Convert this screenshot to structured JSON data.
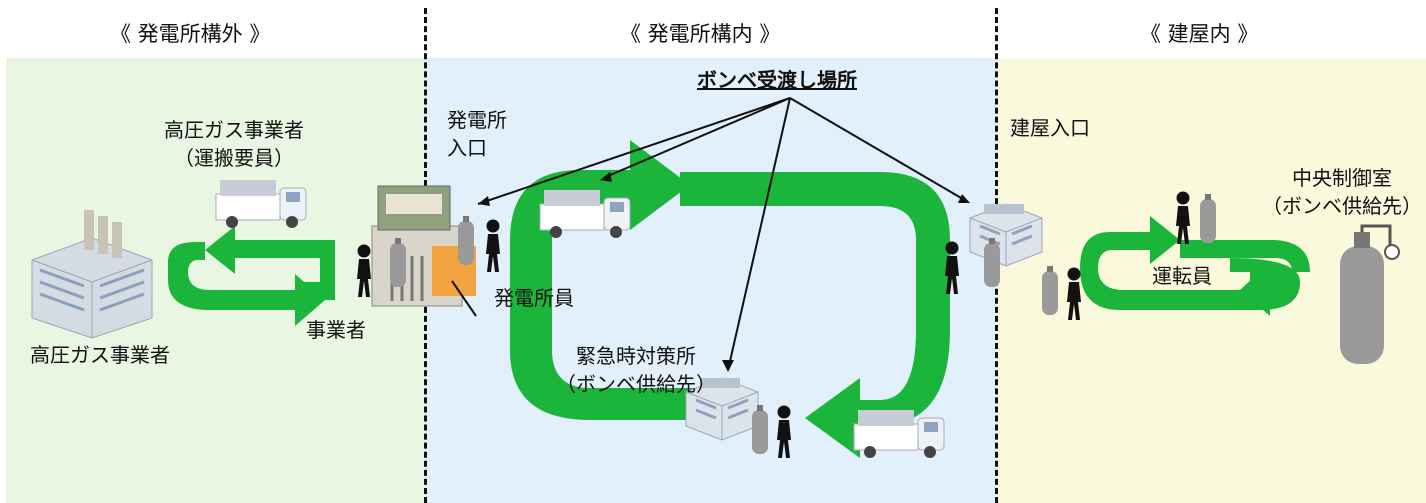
{
  "zones": {
    "outside": {
      "title": "《 発電所構外 》"
    },
    "plant": {
      "title": "《 発電所構内 》"
    },
    "building": {
      "title": "《 建屋内 》"
    }
  },
  "labels": {
    "gas_company_top_1": "高圧ガス事業者",
    "gas_company_top_2": "（運搬要員）",
    "gas_company_bottom": "高圧ガス事業者",
    "business_operator": "事業者",
    "plant_entrance_1": "発電所",
    "plant_entrance_2": "入口",
    "plant_staff": "発電所員",
    "cylinder_handover": "ボンベ受渡し場所",
    "emergency_office_1": "緊急時対策所",
    "emergency_office_2": "（ボンベ供給先）",
    "building_entrance": "建屋入口",
    "control_room_1": "中央制御室",
    "control_room_2": "（ボンベ供給先）",
    "operator": "運転員"
  },
  "colors": {
    "flow_arrow": "#1bb53c",
    "zone_outside": "#e9f7e2",
    "zone_plant": "#e1f0fb",
    "zone_building": "#fbf9dc"
  },
  "icons": [
    "factory-icon",
    "truck-icon",
    "person-icon",
    "gas-cylinder-icon",
    "gate-icon",
    "building-icon"
  ]
}
